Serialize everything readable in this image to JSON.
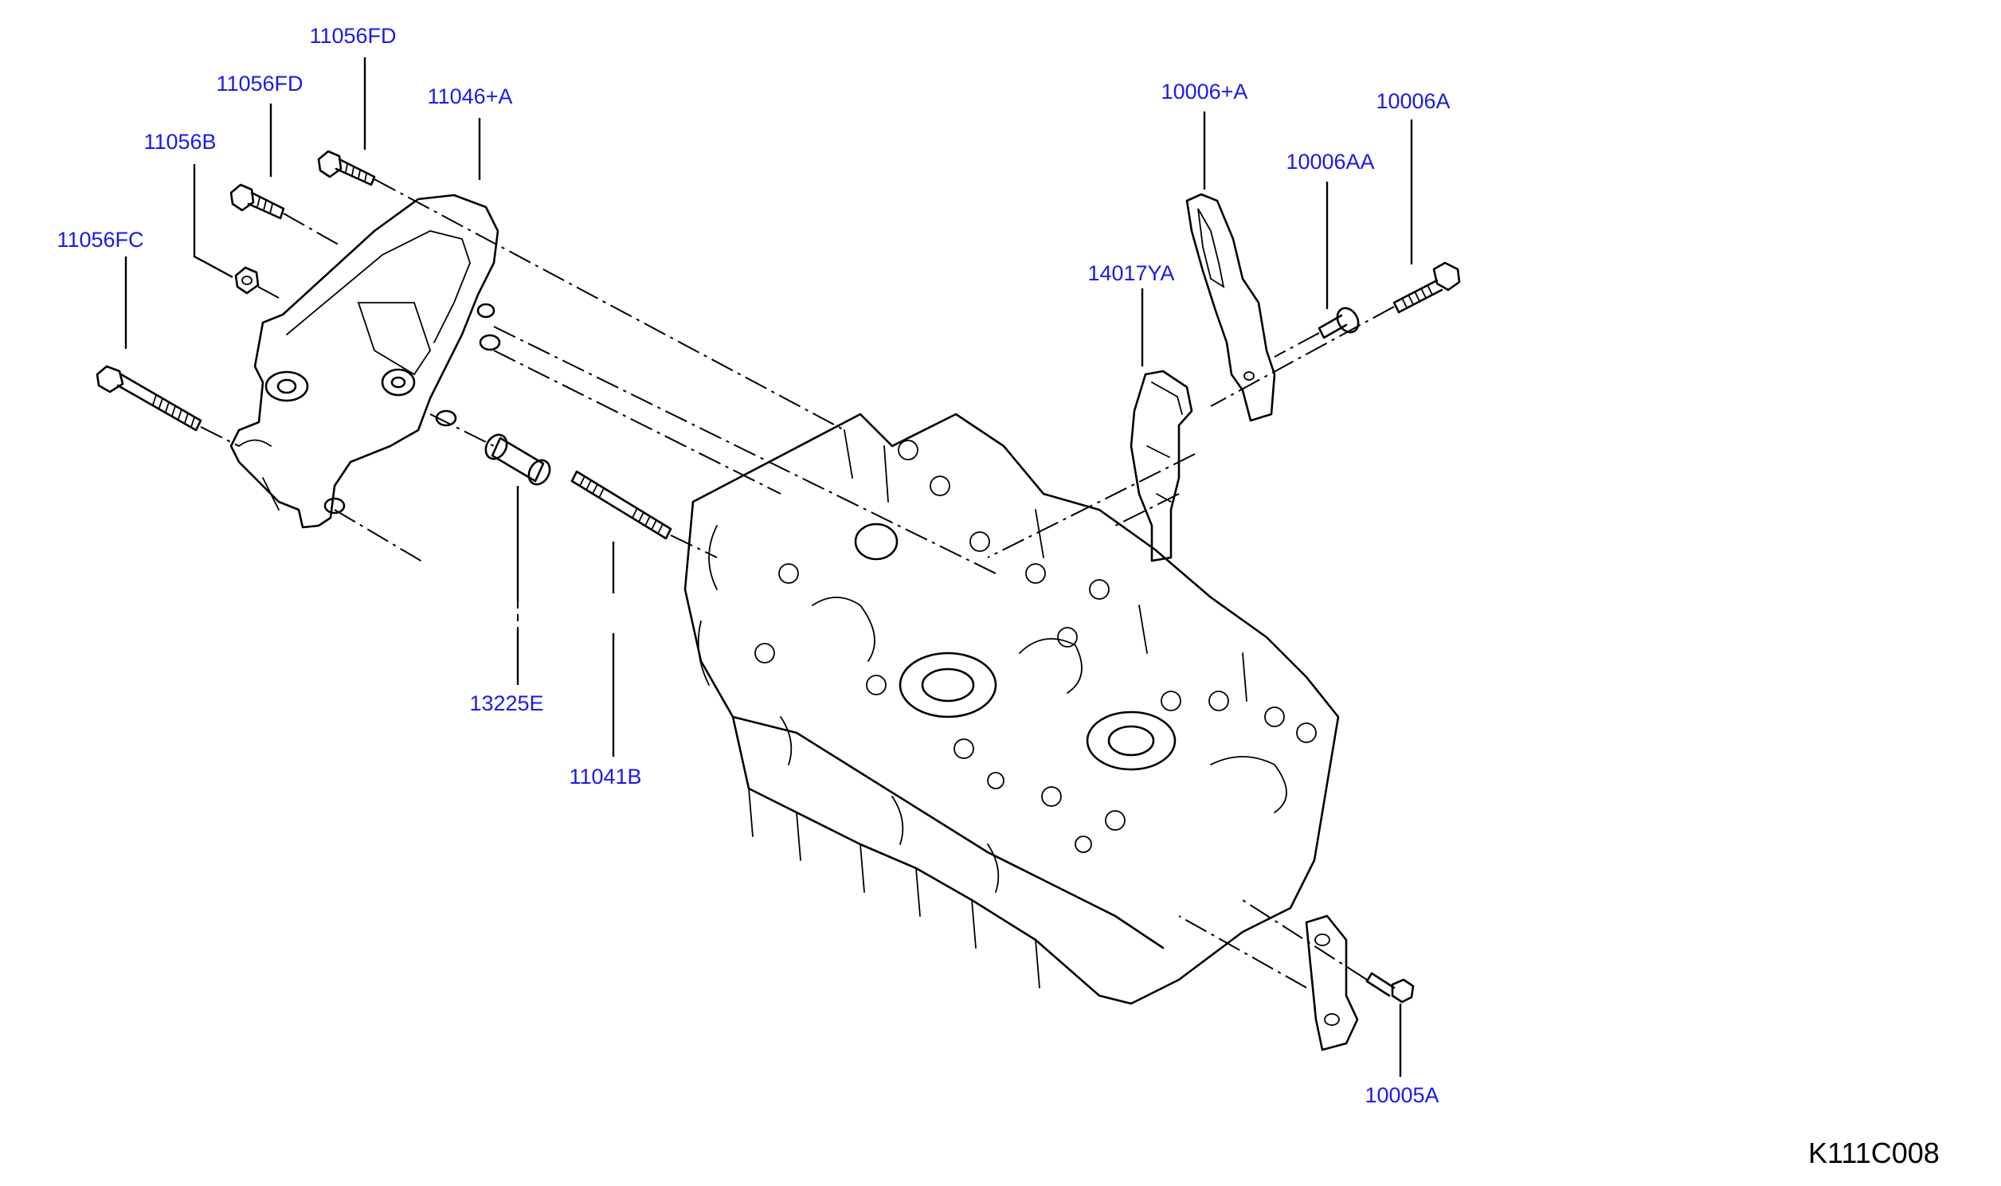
{
  "diagram": {
    "drawing_code": "K111C008",
    "callouts": [
      {
        "id": "11056FD_top",
        "text": "11056FD"
      },
      {
        "id": "11056FD_mid",
        "text": "11056FD"
      },
      {
        "id": "11046A",
        "text": "11046+A"
      },
      {
        "id": "11056B",
        "text": "11056B"
      },
      {
        "id": "11056FC",
        "text": "11056FC"
      },
      {
        "id": "13225E",
        "text": "13225E"
      },
      {
        "id": "11041B",
        "text": "11041B"
      },
      {
        "id": "10006A_plus",
        "text": "10006+A"
      },
      {
        "id": "10006A",
        "text": "10006A"
      },
      {
        "id": "10006AA",
        "text": "10006AA"
      },
      {
        "id": "14017YA",
        "text": "14017YA"
      },
      {
        "id": "10005A",
        "text": "10005A"
      }
    ],
    "colors": {
      "callout_text": "#1a1ae6",
      "linework": "#000000",
      "background": "#ffffff"
    }
  }
}
